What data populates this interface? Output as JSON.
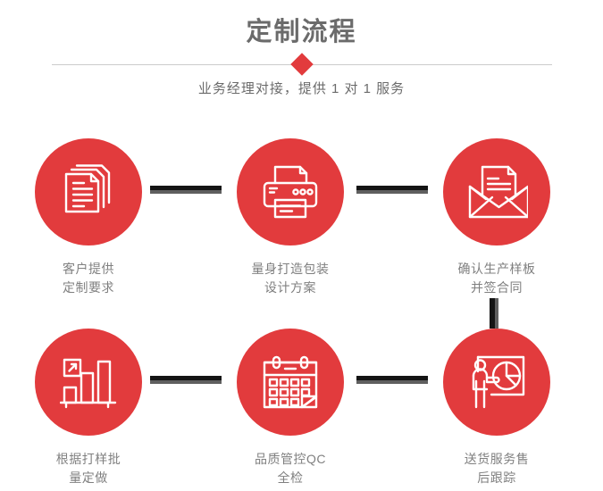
{
  "header": {
    "title": "定制流程",
    "subtitle": "业务经理对接，提供 1 对 1 服务",
    "divider_icon": "red-diamond-marker"
  },
  "theme": {
    "accent": "#e23b3d",
    "title_color": "#6b6b6b",
    "label_color": "#808080",
    "divider_color": "#cccccc",
    "connector_color": "#141414",
    "connector_shadow_color": "#5f5f5f",
    "background": "#ffffff"
  },
  "flow": {
    "steps": [
      {
        "index": 1,
        "label": "客户提供\n定制要求",
        "icon": "documents-stack-icon"
      },
      {
        "index": 2,
        "label": "量身打造包装\n设计方案",
        "icon": "printer-icon"
      },
      {
        "index": 3,
        "label": "确认生产样板\n并签合同",
        "icon": "envelope-letter-icon"
      },
      {
        "index": 4,
        "label": "根据打样批\n量定做",
        "icon": "bar-chart-growth-icon"
      },
      {
        "index": 5,
        "label": "品质管控QC\n全检",
        "icon": "calendar-checklist-icon"
      },
      {
        "index": 6,
        "label": "送货服务售\n后跟踪",
        "icon": "presenter-pie-chart-icon"
      }
    ],
    "connectors": [
      {
        "id": "step1-to-step2",
        "orientation": "horizontal"
      },
      {
        "id": "step2-to-step3",
        "orientation": "horizontal"
      },
      {
        "id": "step3-to-step4",
        "orientation": "vertical"
      },
      {
        "id": "step4-to-step5",
        "orientation": "horizontal"
      },
      {
        "id": "step5-to-step6",
        "orientation": "horizontal"
      }
    ]
  }
}
